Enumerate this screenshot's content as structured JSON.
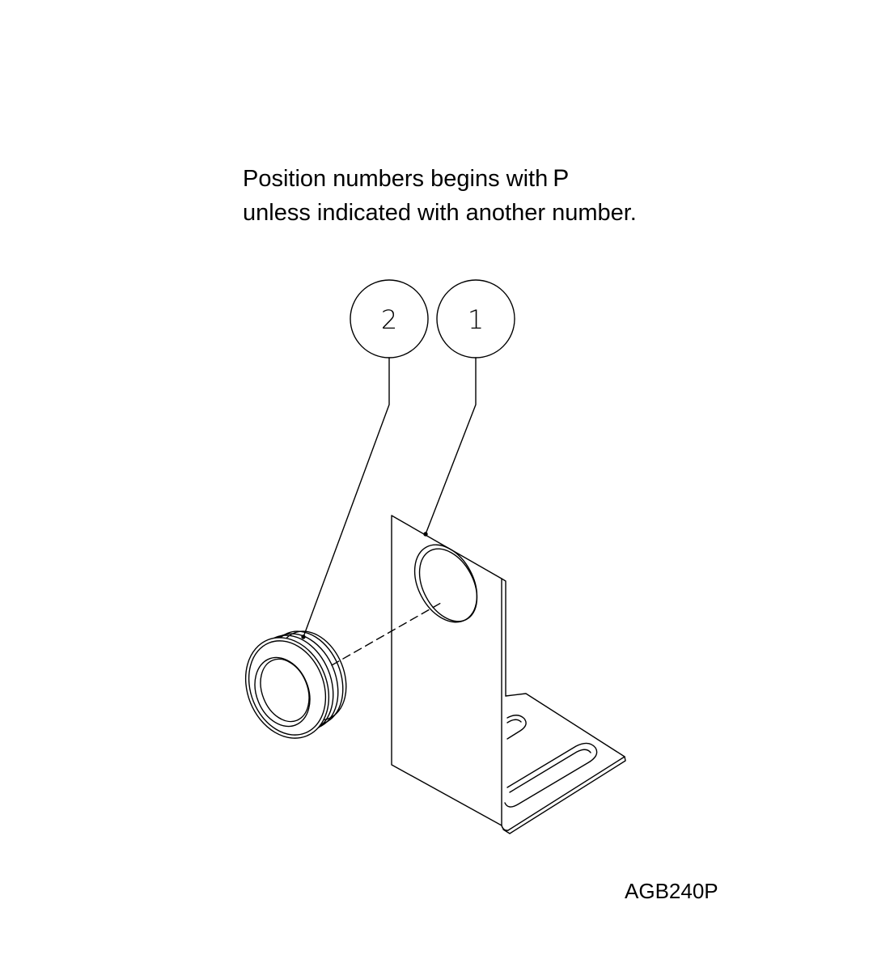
{
  "note": {
    "line1": "Position numbers begins with",
    "prefix": "P",
    "line2": "unless indicated with another number."
  },
  "callouts": [
    {
      "label": "2",
      "part": "grommet"
    },
    {
      "label": "1",
      "part": "bracket"
    }
  ],
  "drawing_code": "AGB240P",
  "colors": {
    "ink": "#000000",
    "paper": "#ffffff"
  }
}
